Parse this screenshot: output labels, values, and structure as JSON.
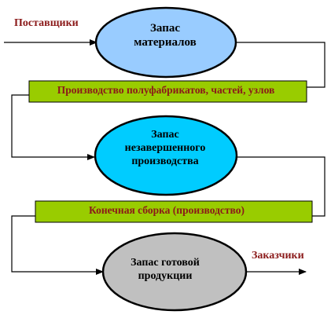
{
  "diagram": {
    "source_label": "Поставщики",
    "destination_label": "Заказчики",
    "nodes": [
      {
        "id": "raw",
        "label_lines": [
          "Запас",
          "материалов"
        ],
        "color": "#99ccff"
      },
      {
        "id": "wip",
        "label_lines": [
          "Запас",
          "незавершенного",
          "производства"
        ],
        "color": "#00ccff"
      },
      {
        "id": "fin",
        "label_lines": [
          "Запас готовой",
          "продукции"
        ],
        "color": "#c0c0c0"
      }
    ],
    "processes": [
      {
        "id": "p1",
        "label": "Производство полуфабрикатов, частей, узлов",
        "color": "#99cc00"
      },
      {
        "id": "p2",
        "label": "Конечная сборка (производство)",
        "color": "#99cc00"
      }
    ]
  }
}
